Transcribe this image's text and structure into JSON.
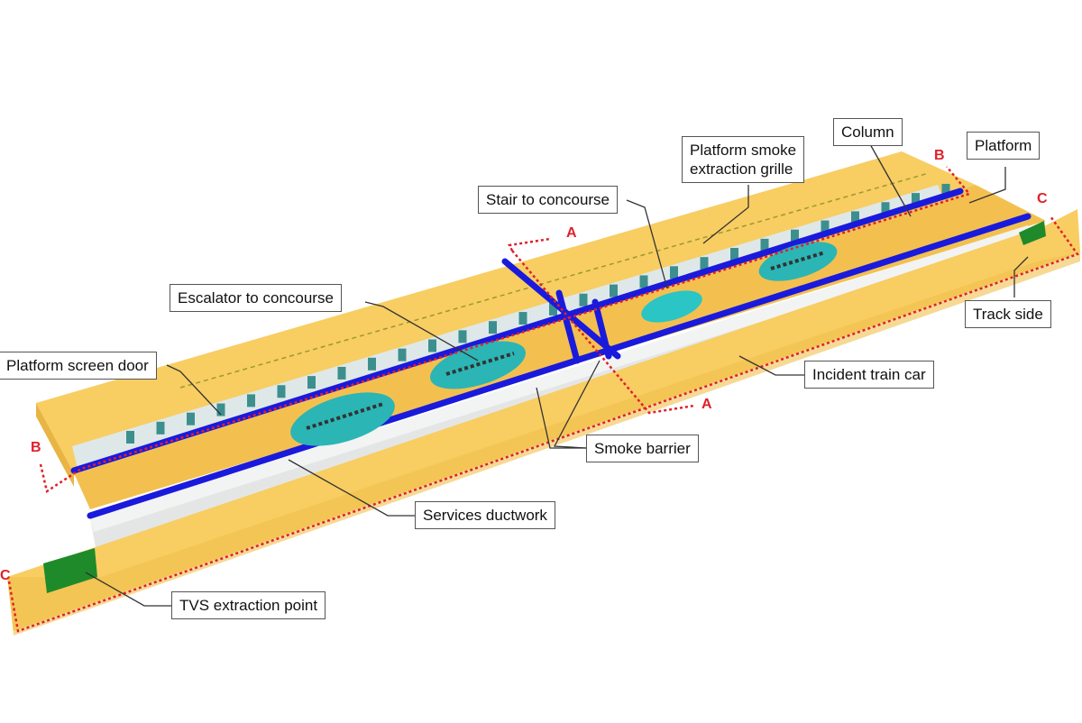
{
  "labels": {
    "grille": [
      "Platform smoke",
      "extraction grille"
    ],
    "column": "Column",
    "platform": "Platform",
    "stair": "Stair to concourse",
    "escalator": "Escalator to concourse",
    "psd": "Platform screen door",
    "train": "Incident train car",
    "trackside": "Track side",
    "barrier": "Smoke barrier",
    "ductwork": "Services ductwork",
    "tvs": "TVS extraction point"
  },
  "sections": {
    "a1": "A",
    "a2": "A",
    "b1": "B",
    "b2": "B",
    "c1": "C",
    "c2": "C"
  },
  "colors": {
    "platform": "#f7c85a",
    "duct": "#1a1adc",
    "section_line": "#e0202a",
    "tvs": "#1f8a2a",
    "train": "#e4e6e6",
    "door": "#3d8f8f"
  }
}
